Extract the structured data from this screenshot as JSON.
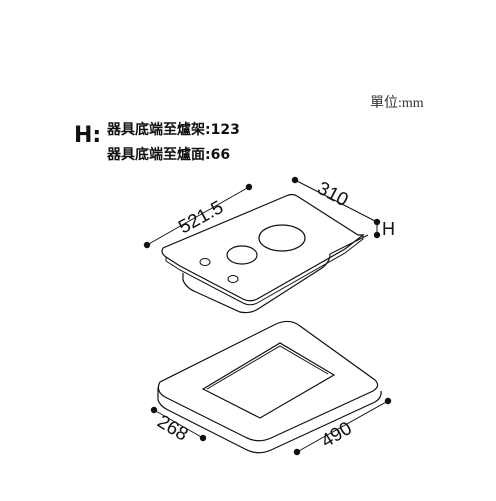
{
  "unit_label": "單位:mm",
  "h_note": {
    "symbol": "H:",
    "line1": "器具底端至爐架:123",
    "line2": "器具底端至爐面:66"
  },
  "cooktop": {
    "depth_label": "521.5",
    "width_label": "310",
    "height_label": "H"
  },
  "cutout": {
    "depth_label": "268",
    "width_label": "490"
  }
}
